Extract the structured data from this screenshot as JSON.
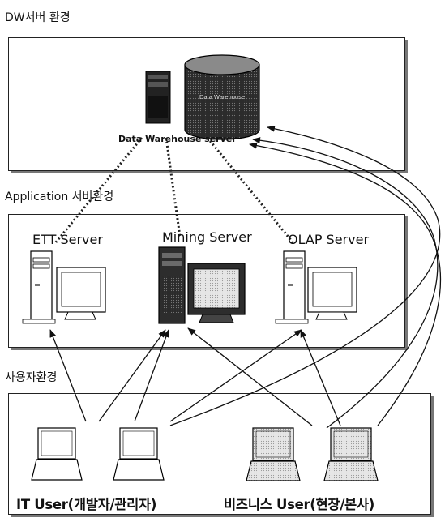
{
  "sections": {
    "dw_env": "DW서버 환경",
    "app_env": "Application 서버환경",
    "user_env": "사용자환경"
  },
  "dw": {
    "server_caption": "Data Warehouse server",
    "cylinder_text": "Data Warehouse"
  },
  "app_servers": [
    {
      "label": "ETT Server"
    },
    {
      "label": "Mining Server"
    },
    {
      "label": "OLAP Server"
    }
  ],
  "user_groups": [
    {
      "label": "IT User(개발자/관리자)"
    },
    {
      "label": "비즈니스 User(현장/본사)"
    }
  ],
  "icons": {
    "dw_tower": "server-tower-icon",
    "dw_db": "database-cylinder-icon",
    "app_pc": "desktop-pc-icon",
    "user_laptop": "laptop-icon"
  }
}
